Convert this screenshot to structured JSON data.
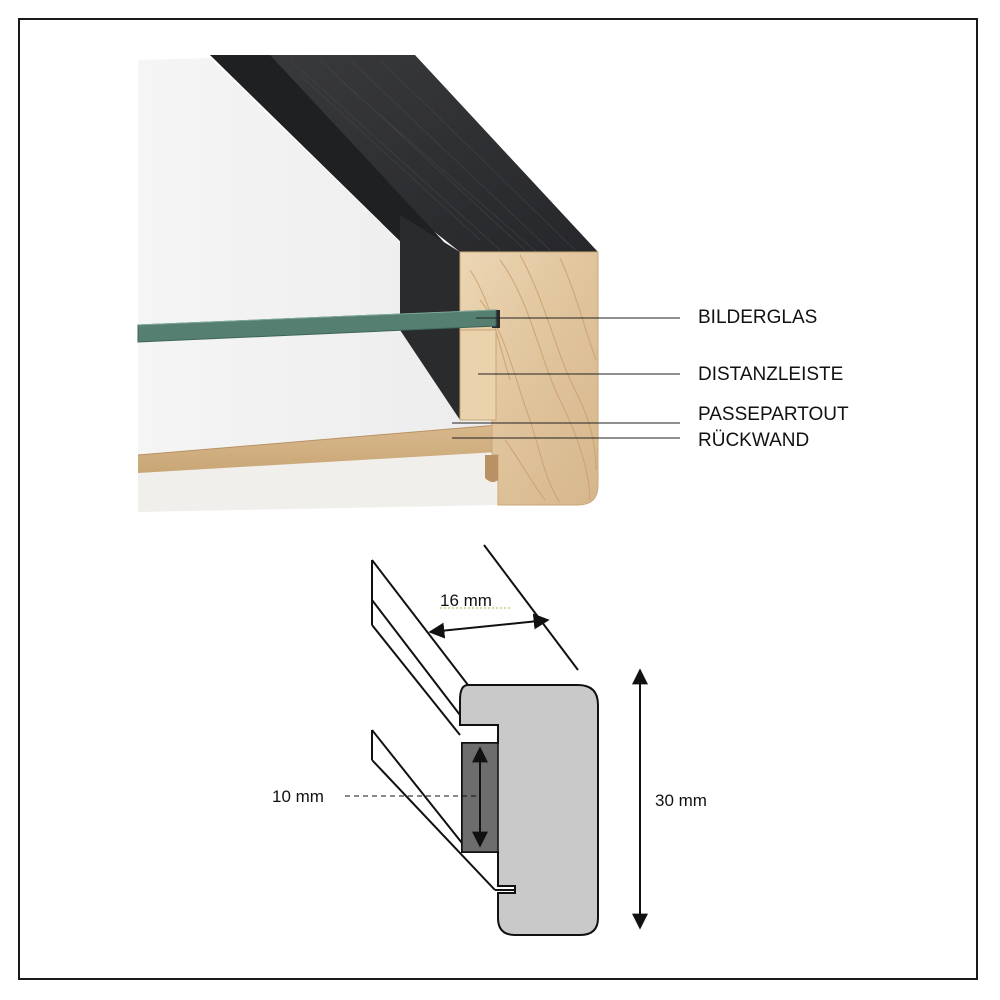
{
  "photo_labels": {
    "glass": "BILDERGLAS",
    "spacer": "DISTANZLEISTE",
    "mat": "PASSEPARTOUT",
    "backboard": "RÜCKWAND"
  },
  "dimensions": {
    "width": "16 mm",
    "rebate": "10 mm",
    "height": "30 mm"
  },
  "colors": {
    "frame_dark": "#2e2f31",
    "wood": "#e2c8a2",
    "glass": "#4f7a6c",
    "profile_gray": "#c9c9c9",
    "rebate_dark": "#6d6d6d"
  }
}
